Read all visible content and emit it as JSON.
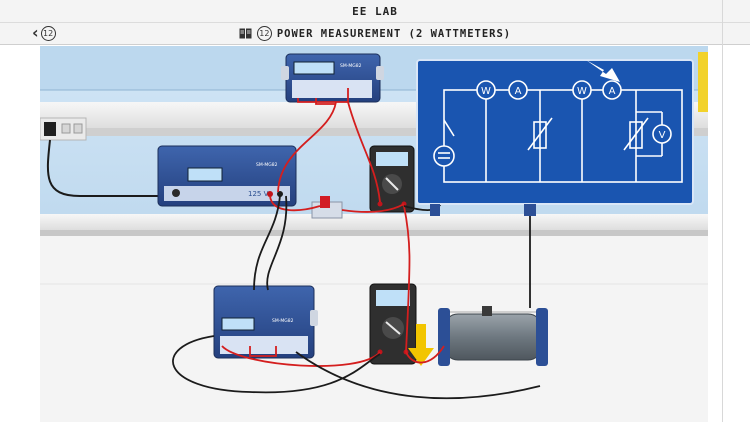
{
  "app": {
    "title": "EE LAB"
  },
  "toolbar": {
    "back_badge": "12",
    "lesson_number": "12",
    "lesson_title": "POWER MEASUREMENT (2 WATTMETERS)"
  },
  "scene": {
    "wattmeter_top_model": "SM-MG82",
    "supply_model": "SM-MG82",
    "supply_voltage": "125 V",
    "wattmeter_bottom_model": "SM-MG82",
    "meter_symbols": [
      "W",
      "A",
      "W",
      "A",
      "V"
    ],
    "colors": {
      "schematic_bg": "#1a55b0",
      "wire_red": "#d41e1e",
      "instrument_blue": "#2c4f96",
      "lcd": "#bfe0f8"
    }
  }
}
